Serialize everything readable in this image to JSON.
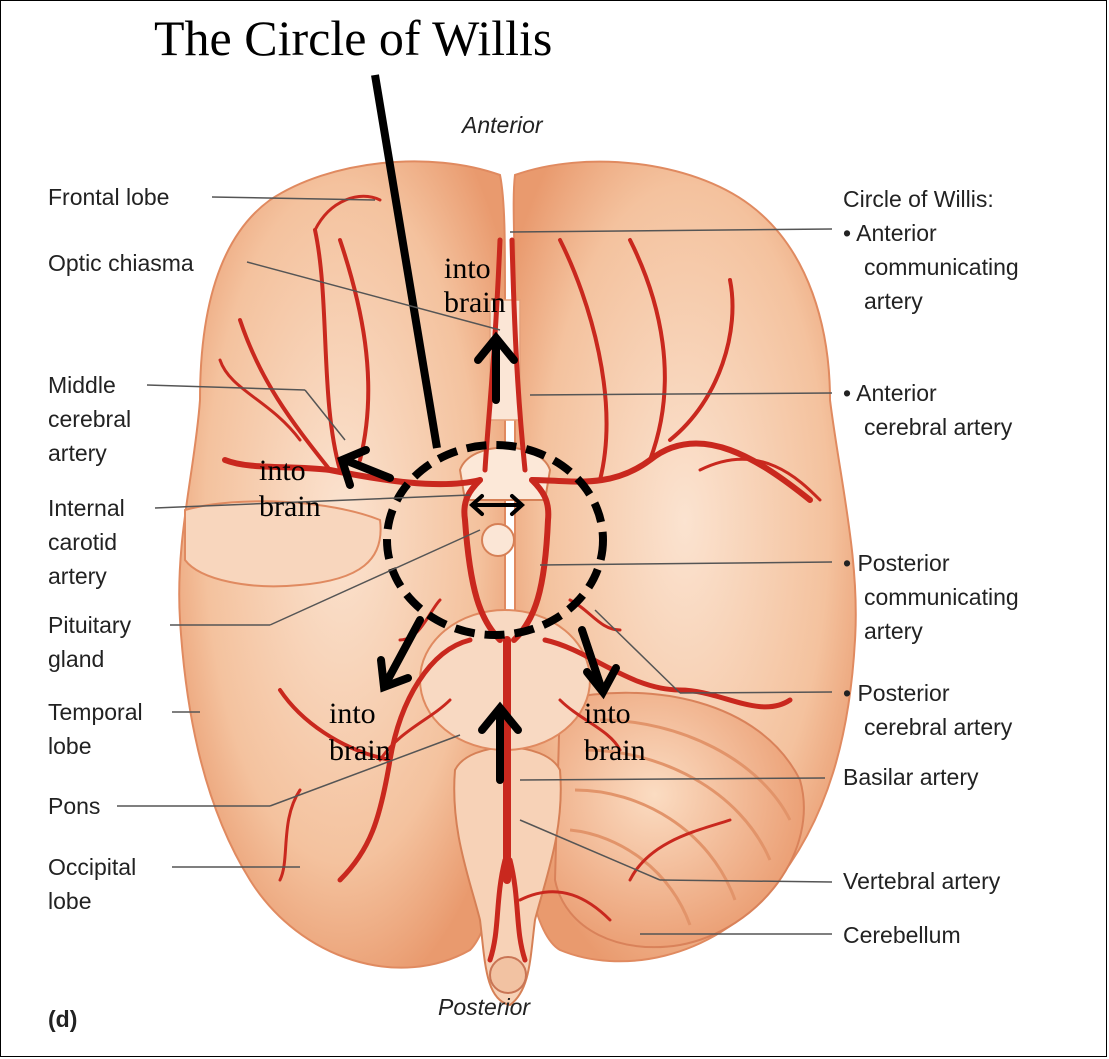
{
  "title": "The Circle of Willis",
  "orientation": {
    "anterior": "Anterior",
    "posterior": "Posterior"
  },
  "panel_label": "(d)",
  "left_labels": {
    "frontal_lobe": "Frontal lobe",
    "optic_chiasma": "Optic chiasma",
    "middle_cerebral": [
      "Middle",
      "cerebral",
      "artery"
    ],
    "internal_carotid": [
      "Internal",
      "carotid",
      "artery"
    ],
    "pituitary": [
      "Pituitary",
      "gland"
    ],
    "temporal": [
      "Temporal",
      "lobe"
    ],
    "pons": "Pons",
    "occipital": [
      "Occipital",
      "lobe"
    ]
  },
  "right_labels": {
    "circle_heading": "Circle of Willis:",
    "anterior_communicating": [
      "• Anterior",
      "communicating",
      "artery"
    ],
    "anterior_cerebral": [
      "• Anterior",
      "cerebral artery"
    ],
    "posterior_communicating": [
      "• Posterior",
      "communicating",
      "artery"
    ],
    "posterior_cerebral": [
      "• Posterior",
      "cerebral artery"
    ],
    "basilar": "Basilar artery",
    "vertebral": "Vertebral artery",
    "cerebellum": "Cerebellum"
  },
  "flow_labels": {
    "into": "into",
    "brain": "brain"
  },
  "colors": {
    "brain": "#f6c9a8",
    "brain_shade": "#eaa07a",
    "artery": "#c9281e",
    "line": "#555555"
  }
}
